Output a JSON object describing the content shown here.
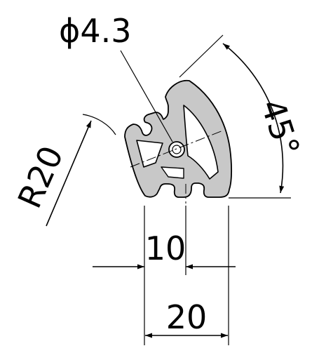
{
  "labels": {
    "hole_diameter": "ϕ4.3",
    "radius": "R20",
    "angle": "45°",
    "width_inner": "10",
    "width_outer": "20"
  },
  "colors": {
    "profile_fill": "#c8c8c8",
    "profile_stroke": "#000000",
    "line": "#000000",
    "background": "#ffffff"
  }
}
